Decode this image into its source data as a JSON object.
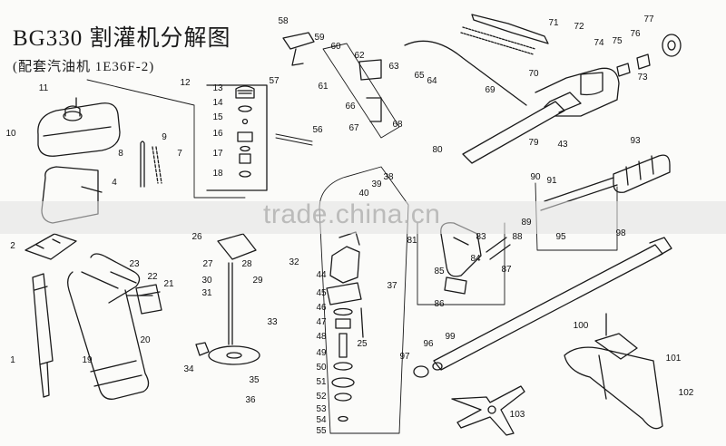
{
  "diagram": {
    "title": "BG330 割灌机分解图",
    "subtitle": "(配套汽油机 1E36F-2)",
    "watermark": "trade.china.cn",
    "line_color": "#1a1a1a",
    "part_numbers": [
      "1",
      "2",
      "4",
      "7",
      "8",
      "9",
      "10",
      "11",
      "12",
      "13",
      "14",
      "15",
      "16",
      "17",
      "18",
      "19",
      "20",
      "21",
      "22",
      "23",
      "25",
      "26",
      "27",
      "28",
      "29",
      "30",
      "31",
      "32",
      "33",
      "34",
      "35",
      "36",
      "37",
      "38",
      "39",
      "40",
      "43",
      "44",
      "45",
      "46",
      "47",
      "48",
      "49",
      "50",
      "51",
      "52",
      "53",
      "54",
      "55",
      "56",
      "57",
      "58",
      "59",
      "60",
      "61",
      "62",
      "63",
      "64",
      "65",
      "66",
      "67",
      "68",
      "69",
      "70",
      "71",
      "72",
      "73",
      "74",
      "75",
      "76",
      "77",
      "79",
      "80",
      "81",
      "83",
      "84",
      "85",
      "86",
      "87",
      "88",
      "89",
      "90",
      "91",
      "93",
      "95",
      "96",
      "97",
      "98",
      "99",
      "100",
      "101",
      "102",
      "103"
    ]
  }
}
